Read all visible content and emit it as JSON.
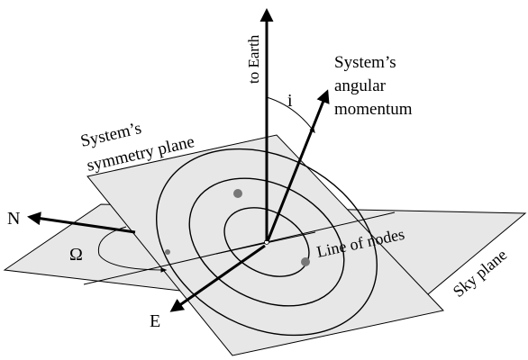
{
  "labels": {
    "to_earth": "to Earth",
    "angular_line1": "System’s",
    "angular_line2": "angular",
    "angular_line3": "momentum",
    "inclination": "i",
    "symmetry_line1": "System’s",
    "symmetry_line2": "symmetry plane",
    "north": "N",
    "east": "E",
    "omega": "Ω",
    "line_of_nodes": "Line of nodes",
    "sky_plane": "Sky plane"
  },
  "colors": {
    "plane_fill": "#e7e7e7",
    "line": "#000000",
    "dot": "#777777"
  }
}
